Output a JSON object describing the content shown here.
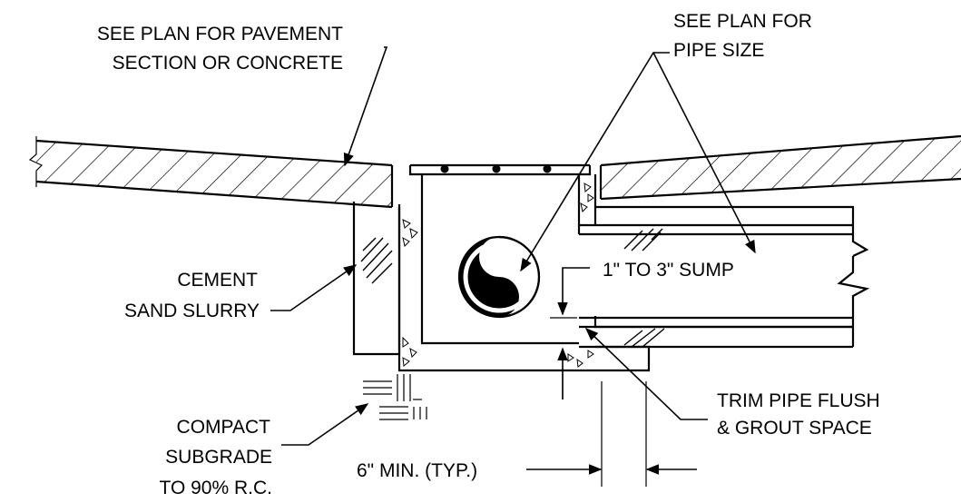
{
  "labels": {
    "pavement": [
      "SEE PLAN FOR PAVEMENT",
      "SECTION OR CONCRETE"
    ],
    "pipe_size": [
      "SEE PLAN FOR",
      "PIPE SIZE"
    ],
    "slurry": [
      "CEMENT",
      "SAND SLURRY"
    ],
    "sump": "1\" TO 3\" SUMP",
    "trim": [
      "TRIM PIPE FLUSH",
      "& GROUT SPACE"
    ],
    "subgrade": [
      "COMPACT",
      "SUBGRADE",
      "TO 90% R.C."
    ],
    "min": "6\" MIN. (TYP.)"
  },
  "icons": {
    "pipe_symbol": "yin-yang-pipe-section-icon",
    "break": "break-line-icon",
    "compaction": "compaction-symbol-icon"
  }
}
